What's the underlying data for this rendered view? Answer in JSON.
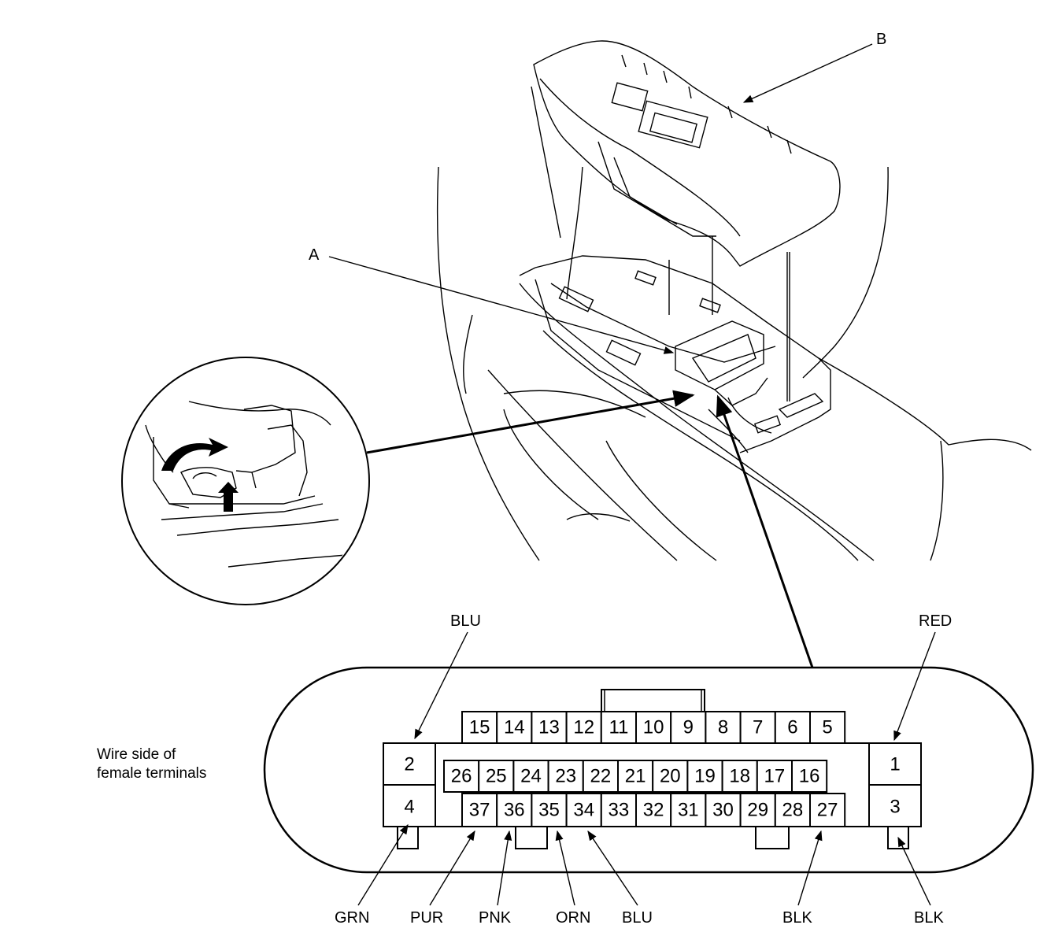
{
  "callouts": {
    "a": "A",
    "b": "B"
  },
  "caption": {
    "line1": "Wire side of",
    "line2": "female terminals"
  },
  "wire_colors": {
    "top_left": "BLU",
    "top_right": "RED",
    "grn": "GRN",
    "pur": "PUR",
    "pnk": "PNK",
    "orn": "ORN",
    "blu_bottom": "BLU",
    "blk_mid": "BLK",
    "blk_right": "BLK"
  },
  "connector": {
    "big_left": [
      "2",
      "4"
    ],
    "big_right": [
      "1",
      "3"
    ],
    "row_top": [
      "15",
      "14",
      "13",
      "12",
      "11",
      "10",
      "9",
      "8",
      "7",
      "6",
      "5"
    ],
    "row_mid": [
      "26",
      "25",
      "24",
      "23",
      "22",
      "21",
      "20",
      "19",
      "18",
      "17",
      "16"
    ],
    "row_bot": [
      "37",
      "36",
      "35",
      "34",
      "33",
      "32",
      "31",
      "30",
      "29",
      "28",
      "27"
    ]
  }
}
